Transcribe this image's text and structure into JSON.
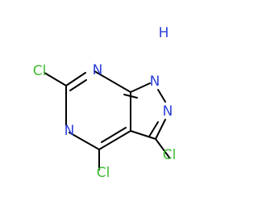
{
  "molecule": {
    "atoms": {
      "n_top": "N",
      "n_left": "N",
      "n_pyrazole": "N",
      "nh": "H",
      "nh_n": "N",
      "cl_c6": "Cl",
      "cl_c4": "Cl",
      "cl_c3": "Cl"
    },
    "colors": {
      "chlorine": "#3dbb2f",
      "nitrogen": "#2b3fd9",
      "bond": "#000000"
    }
  }
}
